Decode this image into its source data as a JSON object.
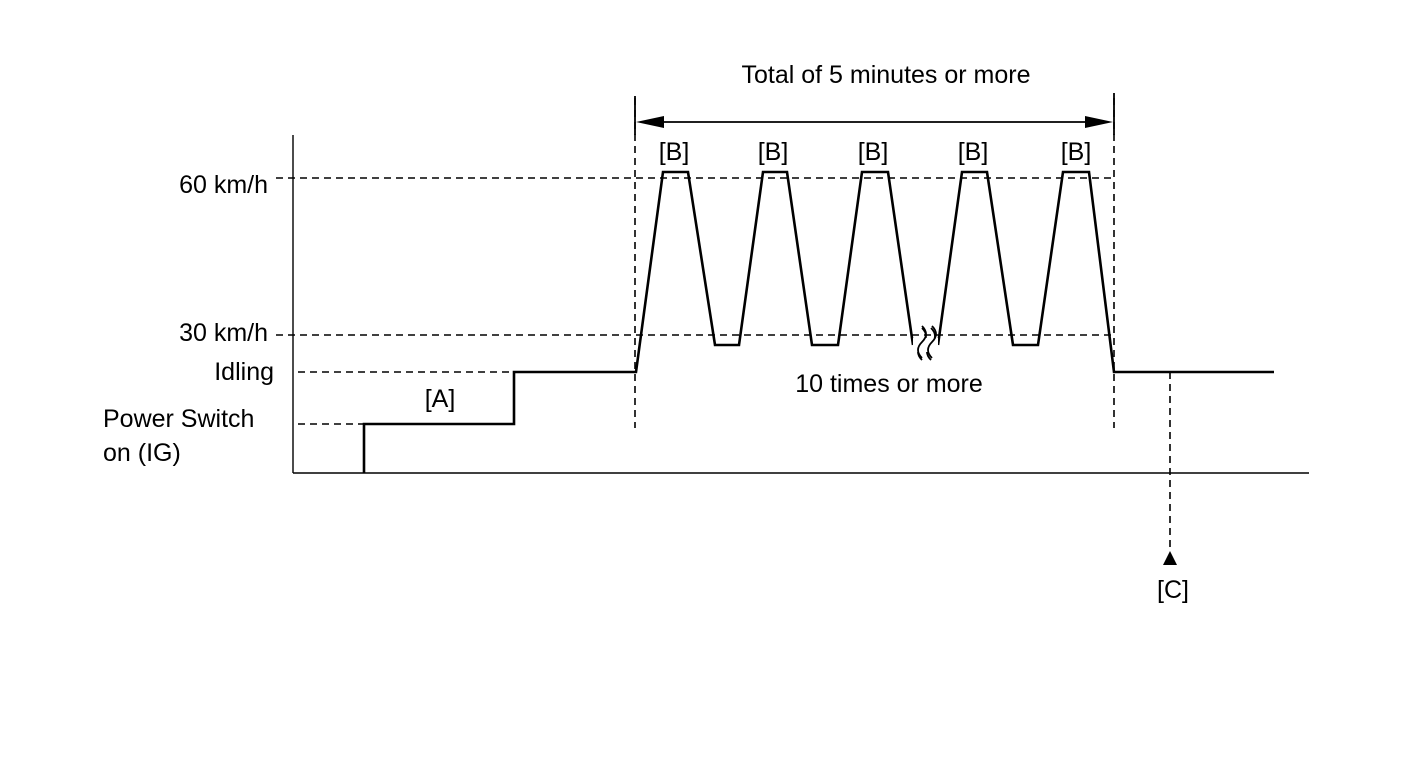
{
  "labels": {
    "y_60": "60 km/h",
    "y_30": "30 km/h",
    "y_idling": "Idling",
    "y_power_line1": "Power Switch",
    "y_power_line2": "on (IG)",
    "span_total": "Total of 5 minutes or more",
    "repeat_note": "10 times or more",
    "step_a": "[A]",
    "step_b": [
      "[B]",
      "[B]",
      "[B]",
      "[B]",
      "[B]"
    ],
    "step_c": "[C]"
  }
}
